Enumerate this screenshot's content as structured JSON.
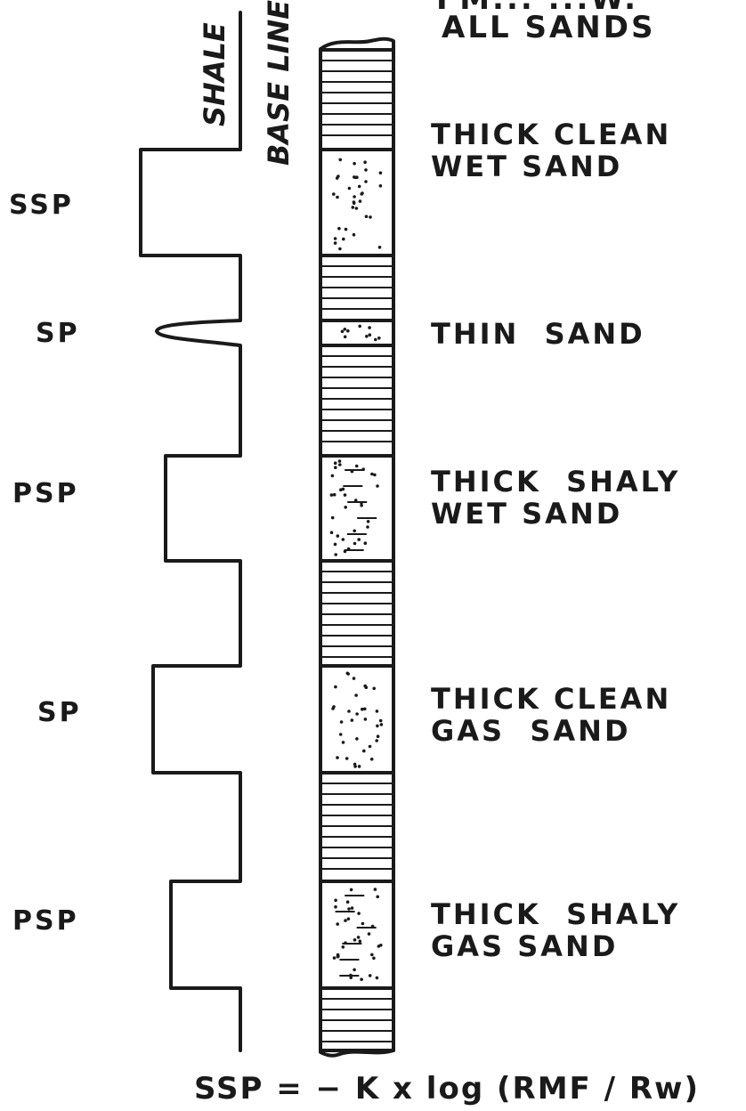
{
  "header": {
    "cut_title": "FM... ...W.",
    "subtitle": "ALL SANDS"
  },
  "curve_labels": {
    "shale": "SHALE",
    "base_line": "BASE LINE"
  },
  "deflection_labels": [
    "SSP",
    "SP",
    "PSP",
    "SP",
    "PSP"
  ],
  "bed_labels": [
    {
      "line1": "THICK CLEAN",
      "line2": "WET SAND"
    },
    {
      "line1": "THIN  SAND",
      "line2": ""
    },
    {
      "line1": "THICK  SHALY",
      "line2": "WET SAND"
    },
    {
      "line1": "THICK CLEAN",
      "line2": "GAS  SAND"
    },
    {
      "line1": "THICK  SHALY",
      "line2": "GAS SAND"
    }
  ],
  "formula": "SSP = − K x log (RMF / Rw)",
  "lithology_sequence": [
    "shale",
    "clean sand",
    "shale",
    "thin sand",
    "shale",
    "shaly sand",
    "shale",
    "clean sand",
    "shale",
    "shaly sand",
    "shale"
  ]
}
